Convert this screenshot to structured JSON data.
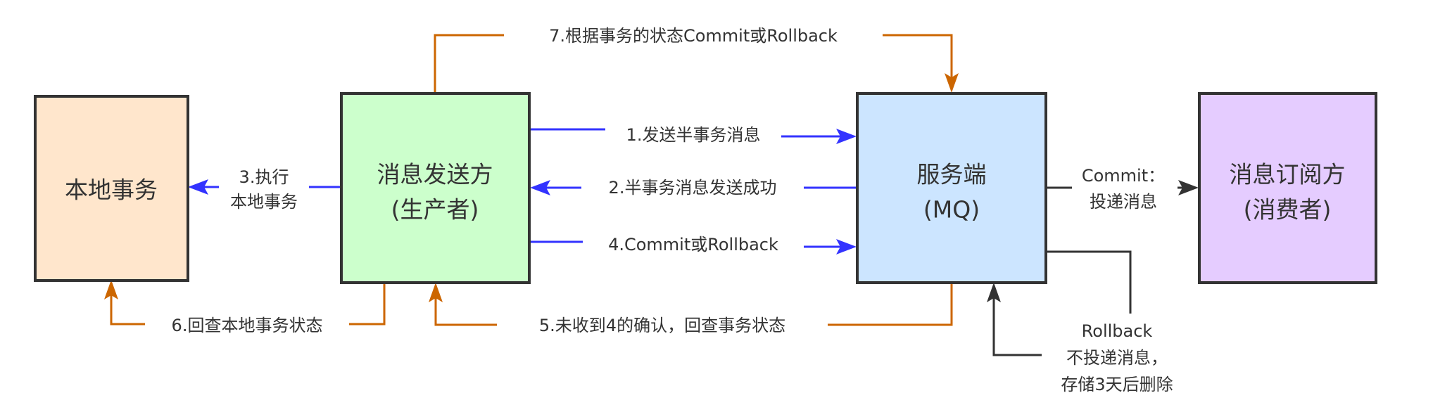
{
  "colors": {
    "local_tx_fill": "#ffe6cc",
    "producer_fill": "#ccffcc",
    "mq_fill": "#cce5ff",
    "consumer_fill": "#e5ccff",
    "blue_edge": "#3333ff",
    "orange_edge": "#cc6600",
    "dark_edge": "#333333"
  },
  "nodes": {
    "local_tx": {
      "lines": [
        "本地事务"
      ]
    },
    "producer": {
      "lines": [
        "消息发送方",
        "(生产者)"
      ]
    },
    "mq": {
      "lines": [
        "服务端",
        "(MQ)"
      ]
    },
    "consumer": {
      "lines": [
        "消息订阅方",
        "(消费者)"
      ]
    }
  },
  "edges": {
    "step1": {
      "label": "1.发送半事务消息",
      "from": "producer",
      "to": "mq"
    },
    "step2": {
      "label": "2.半事务消息发送成功",
      "from": "mq",
      "to": "producer"
    },
    "step3": {
      "lines": [
        "3.执行",
        "本地事务"
      ],
      "from": "producer",
      "to": "local_tx"
    },
    "step4": {
      "label": "4.Commit或Rollback",
      "from": "producer",
      "to": "mq"
    },
    "step5": {
      "label": "5.未收到4的确认，回查事务状态",
      "from": "mq",
      "to": "producer"
    },
    "step6": {
      "label": "6.回查本地事务状态",
      "from": "producer",
      "to": "local_tx"
    },
    "step7": {
      "label": "7.根据事务的状态Commit或Rollback",
      "from": "producer",
      "to": "mq"
    },
    "commit": {
      "lines": [
        "Commit：",
        "投递消息"
      ],
      "from": "mq",
      "to": "consumer"
    },
    "rollback": {
      "lines": [
        "Rollback",
        "不投递消息，",
        "存储3天后删除"
      ],
      "from": "mq",
      "to": "mq"
    }
  }
}
